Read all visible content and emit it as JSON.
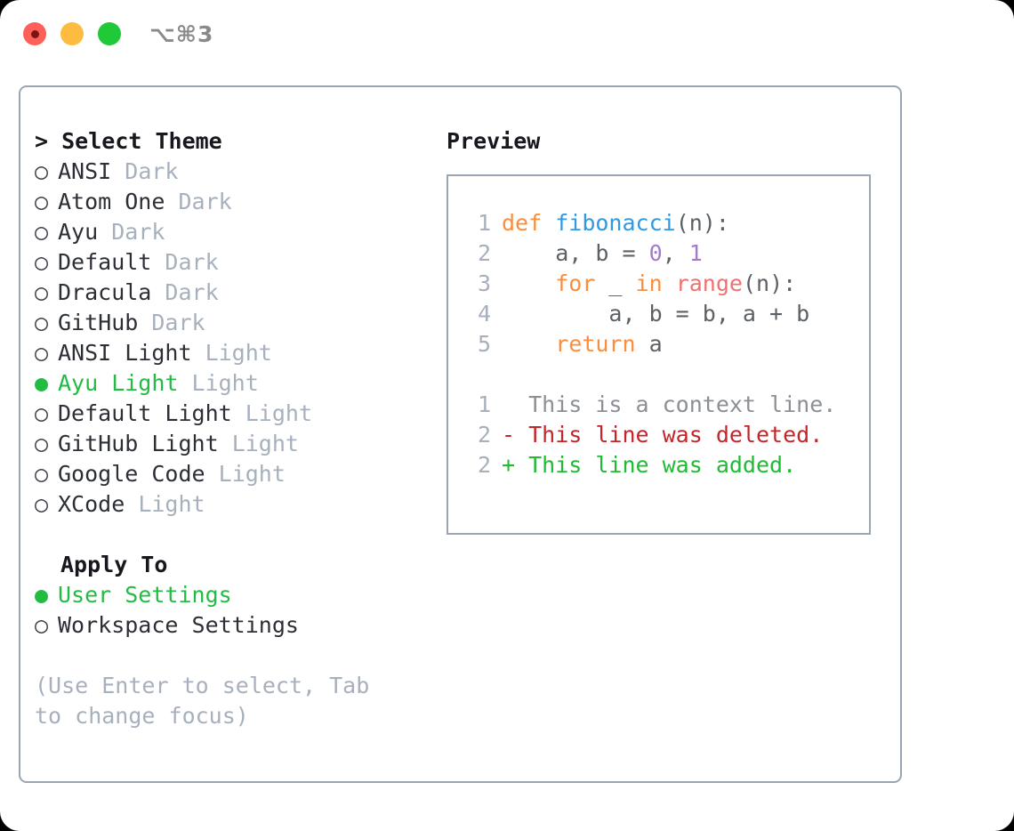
{
  "titlebar": {
    "shortcut": "⌥⌘3",
    "buttons": [
      {
        "name": "close",
        "color": "#fc6058"
      },
      {
        "name": "minimize",
        "color": "#fdbc40"
      },
      {
        "name": "maximize",
        "color": "#20c938"
      }
    ]
  },
  "theme_picker": {
    "heading_caret": "> ",
    "heading": "Select Theme",
    "bullet_unselected": "○",
    "bullet_selected": "●",
    "items": [
      {
        "label": "ANSI",
        "tag": "Dark",
        "selected": false
      },
      {
        "label": "Atom One",
        "tag": "Dark",
        "selected": false
      },
      {
        "label": "Ayu",
        "tag": "Dark",
        "selected": false
      },
      {
        "label": "Default",
        "tag": "Dark",
        "selected": false
      },
      {
        "label": "Dracula",
        "tag": "Dark",
        "selected": false
      },
      {
        "label": "GitHub",
        "tag": "Dark",
        "selected": false
      },
      {
        "label": "ANSI Light",
        "tag": "Light",
        "selected": false
      },
      {
        "label": "Ayu Light",
        "tag": "Light",
        "selected": true
      },
      {
        "label": "Default Light",
        "tag": "Light",
        "selected": false
      },
      {
        "label": "GitHub Light",
        "tag": "Light",
        "selected": false
      },
      {
        "label": "Google Code",
        "tag": "Light",
        "selected": false
      },
      {
        "label": "XCode",
        "tag": "Light",
        "selected": false
      }
    ]
  },
  "apply_to": {
    "heading": "Apply To",
    "items": [
      {
        "label": "User Settings",
        "selected": true
      },
      {
        "label": "Workspace Settings",
        "selected": false
      }
    ]
  },
  "hint": "(Use Enter to select, Tab to change focus)",
  "preview": {
    "title": "Preview",
    "code_lines": [
      {
        "no": "1",
        "tokens": [
          {
            "t": "def",
            "c": "kw"
          },
          {
            "t": " ",
            "c": "pln"
          },
          {
            "t": "fibonacci",
            "c": "fn"
          },
          {
            "t": "(n):",
            "c": "pln"
          }
        ]
      },
      {
        "no": "2",
        "tokens": [
          {
            "t": "    a, b = ",
            "c": "pln"
          },
          {
            "t": "0",
            "c": "num"
          },
          {
            "t": ", ",
            "c": "pln"
          },
          {
            "t": "1",
            "c": "num"
          }
        ]
      },
      {
        "no": "3",
        "tokens": [
          {
            "t": "    ",
            "c": "pln"
          },
          {
            "t": "for",
            "c": "kw"
          },
          {
            "t": " _ ",
            "c": "pln"
          },
          {
            "t": "in",
            "c": "kw"
          },
          {
            "t": " ",
            "c": "pln"
          },
          {
            "t": "range",
            "c": "call"
          },
          {
            "t": "(n):",
            "c": "pln"
          }
        ]
      },
      {
        "no": "4",
        "tokens": [
          {
            "t": "        a, b = b, a + b",
            "c": "pln"
          }
        ]
      },
      {
        "no": "5",
        "tokens": [
          {
            "t": "    ",
            "c": "pln"
          },
          {
            "t": "return",
            "c": "kw"
          },
          {
            "t": " a",
            "c": "pln"
          }
        ]
      }
    ],
    "diff_lines": [
      {
        "no": "1",
        "marker": " ",
        "text": " This is a context line.",
        "kind": "ctx"
      },
      {
        "no": "2",
        "marker": "-",
        "text": " This line was deleted.",
        "kind": "del"
      },
      {
        "no": "2",
        "marker": "+",
        "text": " This line was added.",
        "kind": "add"
      }
    ]
  },
  "colors": {
    "accent_green": "#22bb44",
    "muted": "#a7b0bd",
    "border": "#9aa5b4",
    "keyword": "#fa8d3e",
    "function": "#3199e1",
    "number": "#a37acc",
    "builtin": "#f07171",
    "diff_delete": "#c4252a",
    "diff_add": "#1fbb33"
  }
}
